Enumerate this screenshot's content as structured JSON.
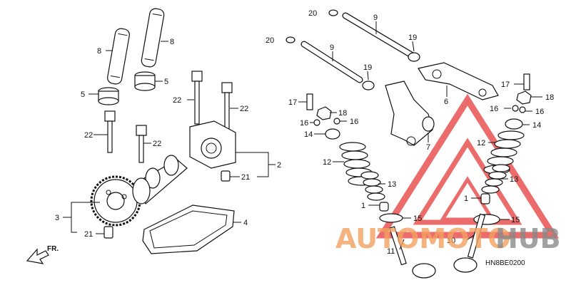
{
  "diagram": {
    "code": "HN8BE0200",
    "direction_label": "FR.",
    "callouts": {
      "c1a": "1",
      "c1b": "1",
      "c2": "2",
      "c3": "3",
      "c4": "4",
      "c5a": "5",
      "c5b": "5",
      "c6": "6",
      "c7": "7",
      "c8a": "8",
      "c8b": "8",
      "c9a": "9",
      "c9b": "9",
      "c10": "10",
      "c11": "11",
      "c12a": "12",
      "c12b": "12",
      "c13a": "13",
      "c13b": "13",
      "c14a": "14",
      "c14b": "14",
      "c15a": "15",
      "c15b": "15",
      "c16a": "16",
      "c16b": "16",
      "c16c": "16",
      "c16d": "16",
      "c17a": "17",
      "c17b": "17",
      "c18a": "18",
      "c18b": "18",
      "c19a": "19",
      "c19b": "19",
      "c20a": "20",
      "c20b": "20",
      "c21a": "21",
      "c21b": "21",
      "c22a": "22",
      "c22b": "22",
      "c22c": "22",
      "c22d": "22"
    },
    "watermark": {
      "part1": "AUTOMOTO",
      "part2": "HUB",
      "color1": "#f2a060",
      "color2": "#8a8a8a",
      "logo_color": "#e63a3a"
    }
  }
}
